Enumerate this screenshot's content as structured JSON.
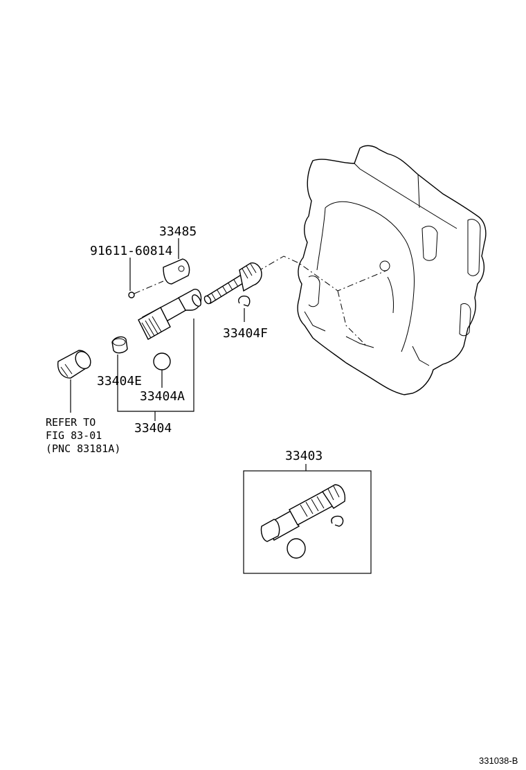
{
  "labels": {
    "p33485": "33485",
    "p91611": "91611-60814",
    "p33404F": "33404F",
    "p33404E": "33404E",
    "p33404A": "33404A",
    "p33404": "33404",
    "p33403": "33403",
    "refer_line1": "REFER TO",
    "refer_line2": "FIG 83-01",
    "refer_line3": "(PNC 83181A)"
  },
  "footer": {
    "code": "331038-B"
  }
}
